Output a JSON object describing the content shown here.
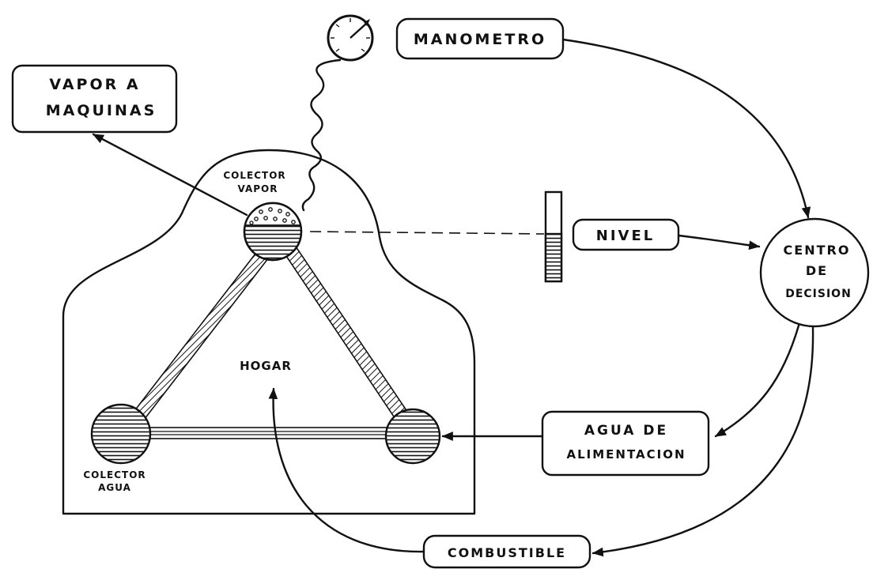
{
  "diagram": {
    "labels": {
      "vapor_line1": "VAPOR  A",
      "vapor_line2": "MAQUINAS",
      "manometro": "MANOMETRO",
      "nivel": "NIVEL",
      "centro_line1": "CENTRO",
      "centro_line2": "DE",
      "centro_line3": "DECISION",
      "agua_line1": "AGUA  DE",
      "agua_line2": "ALIMENTACION",
      "combustible": "COMBUSTIBLE",
      "hogar": "HOGAR",
      "colector_vapor_line1": "COLECTOR",
      "colector_vapor_line2": "VAPOR",
      "colector_agua_line1": "COLECTOR",
      "colector_agua_line2": "AGUA"
    },
    "colors": {
      "ink": "#111111",
      "background": "#ffffff"
    }
  }
}
